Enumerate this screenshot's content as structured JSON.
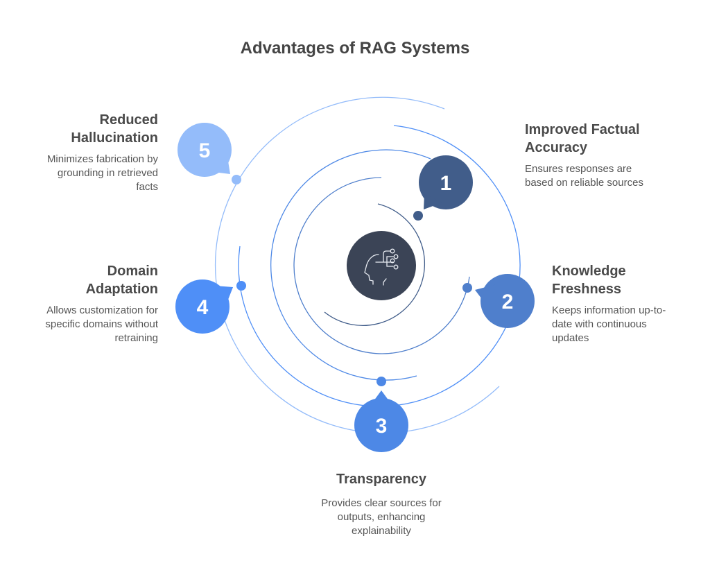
{
  "title": "Advantages of RAG Systems",
  "center_icon": "brain-circuit-icon",
  "items": [
    {
      "number": "1",
      "heading_line1": "Improved Factual",
      "heading_line2": "Accuracy",
      "desc_line1": "Ensures responses are",
      "desc_line2": "based on reliable sources",
      "desc_line3": "",
      "color": "#415d8a"
    },
    {
      "number": "2",
      "heading_line1": "Knowledge",
      "heading_line2": "Freshness",
      "desc_line1": "Keeps information up-to-",
      "desc_line2": "date with continuous",
      "desc_line3": "updates",
      "color": "#4f7fcc"
    },
    {
      "number": "3",
      "heading_line1": "Transparency",
      "heading_line2": "",
      "desc_line1": "Provides clear sources for",
      "desc_line2": "outputs, enhancing",
      "desc_line3": "explainability",
      "color": "#4d88e6"
    },
    {
      "number": "4",
      "heading_line1": "Domain",
      "heading_line2": "Adaptation",
      "desc_line1": "Allows customization for",
      "desc_line2": "specific domains without",
      "desc_line3": "retraining",
      "color": "#4f8ff7"
    },
    {
      "number": "5",
      "heading_line1": "Reduced",
      "heading_line2": "Hallucination",
      "desc_line1": "Minimizes fabrication by",
      "desc_line2": "grounding in retrieved",
      "desc_line3": "facts",
      "color": "#94bcfa"
    }
  ],
  "colors": {
    "center": "#3b4456",
    "arc1": "#415d8a",
    "arc2": "#4f7fcc",
    "arc3": "#4d88e6",
    "arc4": "#4f8ff7",
    "arc5": "#94bcfa",
    "text_heading": "#4a4a4a",
    "text_body": "#555555"
  }
}
